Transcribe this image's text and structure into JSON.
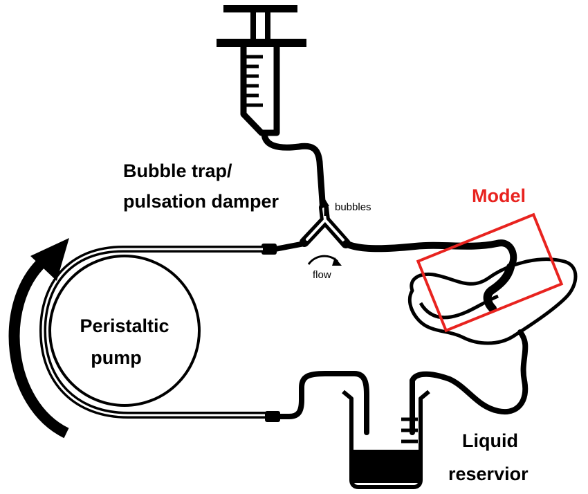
{
  "labels": {
    "bubble_trap_line1": "Bubble trap/",
    "bubble_trap_line2": "pulsation damper",
    "bubbles": "bubbles",
    "flow": "flow",
    "model": "Model",
    "pump_line1": "Peristaltic",
    "pump_line2": "pump",
    "reservoir_line1": "Liquid",
    "reservoir_line2": "reservior"
  },
  "colors": {
    "ink": "#000000",
    "model_accent": "#e8231f",
    "background": "#ffffff"
  }
}
